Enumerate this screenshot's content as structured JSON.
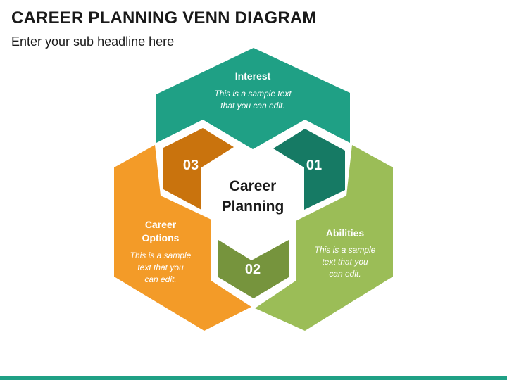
{
  "header": {
    "title": "CAREER PLANNING VENN DIAGRAM",
    "subtitle": "Enter your sub headline here"
  },
  "center": {
    "line1": "Career",
    "line2": "Planning"
  },
  "segments": {
    "interest": {
      "heading": "Interest",
      "body_lines": [
        "This is a sample text",
        "that you can edit."
      ],
      "number": "01",
      "color": "#1fa085",
      "dark_color": "#167a64"
    },
    "abilities": {
      "heading": "Abilities",
      "body_lines": [
        "This is a sample",
        "text that you",
        "can edit."
      ],
      "number": "02",
      "color": "#9bbd57",
      "dark_color": "#76943d"
    },
    "career_options": {
      "heading_lines": [
        "Career",
        "Options"
      ],
      "body_lines": [
        "This is a sample",
        "text that you",
        "can edit."
      ],
      "number": "03",
      "color": "#f39b28",
      "dark_color": "#c9730d"
    }
  },
  "footer": {
    "bar_color": "#1fa085"
  }
}
